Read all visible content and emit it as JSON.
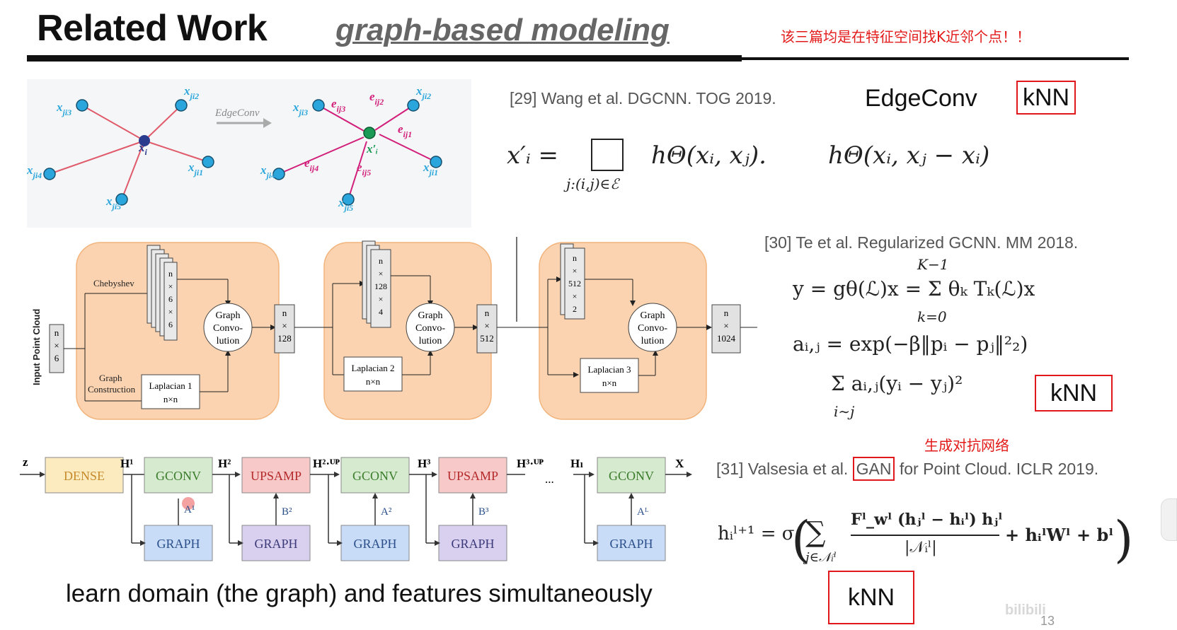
{
  "header": {
    "title": "Related Work",
    "subtitle": "graph-based modeling",
    "note": "该三篇均是在特征空间找K近邻个点！！"
  },
  "ref29": {
    "citation": "[29] Wang et al. DGCNN. TOG 2019.",
    "method": "EdgeConv",
    "tag": "kNN",
    "formula_lhs": "x′ᵢ =",
    "formula_sub": "j:(i,j)∈ℰ",
    "formula_rhs": "hΘ(xᵢ, xⱼ).",
    "formula2": "hΘ(xᵢ, xⱼ − xᵢ)"
  },
  "ref30": {
    "citation": "[30] Te et al. Regularized GCNN. MM 2018.",
    "tag": "kNN",
    "eq1": "y = gθ(ℒ)x = Σ θₖ Tₖ(ℒ)x",
    "eq1_top": "K−1",
    "eq1_bottom": "k=0",
    "eq2": "aᵢ,ⱼ = exp(−β‖pᵢ − pⱼ‖²₂)",
    "eq3": "Σ aᵢ,ⱼ(yᵢ − yⱼ)²",
    "eq3_sub": "i∼j"
  },
  "ref31": {
    "citation_pre": "[31] Valsesia et al.",
    "citation_gan": "GAN",
    "citation_post": "for Point Cloud. ICLR 2019.",
    "note": "生成对抗网络",
    "tag": "kNN",
    "eq_lhs": "hᵢˡ⁺¹ = σ",
    "eq_sub": "j∈𝒩ᵢˡ",
    "eq_num": "Fˡ_wˡ (hⱼˡ − hᵢˡ) hⱼˡ",
    "eq_den": "|𝒩ᵢˡ|",
    "eq_tail": "+ hᵢˡWˡ + bˡ"
  },
  "edgeconv_fig": {
    "arrow_label": "EdgeConv",
    "left_nodes": [
      "x_ji3",
      "x_ji2",
      "x_i",
      "x_ji1",
      "x_ji4",
      "x_ji5"
    ],
    "right_edges": [
      "e_ij3",
      "e_ij2",
      "e_ij1",
      "e_ij4",
      "e_ij5"
    ],
    "center_right": "x′ᵢ"
  },
  "rgcnn_fig": {
    "input_label": "Input Point Cloud",
    "chebyshev": "Chebyshev",
    "graph_construction": "Graph Construction",
    "blocks": [
      {
        "stack": [
          "n",
          "×",
          "6",
          "×",
          "6"
        ],
        "laplacian": "Laplacian 1",
        "lap_size": "n×n"
      },
      {
        "stack": [
          "n",
          "×",
          "128",
          "×",
          "4"
        ],
        "laplacian": "Laplacian 2",
        "lap_size": "n×n"
      },
      {
        "stack": [
          "n",
          "×",
          "512",
          "×",
          "2"
        ],
        "laplacian": "Laplacian 3",
        "lap_size": "n×n"
      }
    ],
    "gconv_label": [
      "Graph",
      "Convo-",
      "lution"
    ],
    "tensors": [
      [
        "n",
        "×",
        "6"
      ],
      [
        "n",
        "×",
        "128"
      ],
      [
        "n",
        "×",
        "512"
      ],
      [
        "n",
        "×",
        "1024"
      ]
    ]
  },
  "gan_fig": {
    "z": "z",
    "dense": "DENSE",
    "gconv": "GCONV",
    "upsamp": "UPSAMP",
    "graph": "GRAPH",
    "h_labels": [
      "H¹",
      "H²",
      "H²·ᵁᴾ",
      "H³",
      "H³·ᵁᴾ",
      "Hₗ",
      "X"
    ],
    "a_labels": [
      "A¹",
      "B²",
      "A²",
      "B³",
      "Aᴸ"
    ],
    "ellipsis": "..."
  },
  "footer": {
    "tagline": "learn domain (the graph) and features simultaneously",
    "page": "13",
    "watermark": "bilibili"
  },
  "colors": {
    "red": "#e0171b",
    "orange_block": "#fbd3b0",
    "node_blue": "#2aa6dc",
    "edge_magenta": "#d21f7a",
    "dense": "#fdebc0",
    "gconv": "#d6ead0",
    "upsamp": "#f7c9c9",
    "graph_blue": "#c9dcf7",
    "graph_purple": "#d8d0ee"
  }
}
